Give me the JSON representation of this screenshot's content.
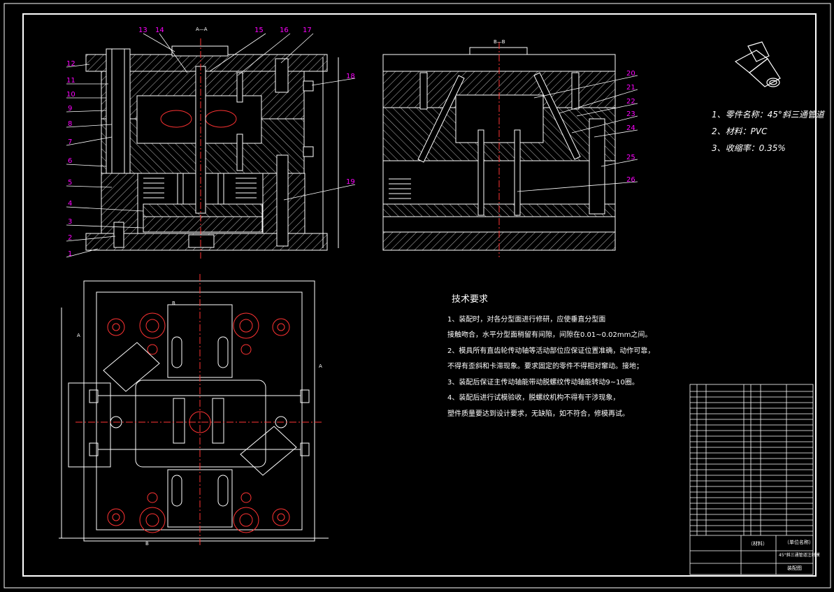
{
  "section_labels": {
    "aa": "A—A",
    "bb": "B—B",
    "a": "A",
    "b": "B"
  },
  "part_numbers": [
    "1",
    "2",
    "3",
    "4",
    "5",
    "6",
    "7",
    "8",
    "9",
    "10",
    "11",
    "12",
    "13",
    "14",
    "15",
    "16",
    "17",
    "18",
    "19",
    "20",
    "21",
    "22",
    "23",
    "24",
    "25",
    "26"
  ],
  "notes": [
    "1、零件名称：45°斜三通管道",
    "2、材料：PVC",
    "3、收缩率：0.35%"
  ],
  "tech_req": {
    "title": "技术要求",
    "lines": [
      "1、装配时，对各分型面进行修研，应使垂直分型面",
      "接触吻合，水平分型面稍留有间隙，间隙在0.01~0.02mm之间。",
      "2、模具所有直齿轮传动轴等活动部位应保证位置准确，动作可靠，",
      "不得有歪斜和卡滞现象。要求固定的零件不得相对窜动。接地；",
      "3、装配后保证主传动轴能带动脱螺纹传动轴能转动9~10圈。",
      "4、装配后进行试模验收，脱螺纹机构不得有干涉现象，",
      "塑件质量要达到设计要求，无缺陷，如不符合，修模再试。"
    ]
  },
  "title_block": {
    "material": "（材料）",
    "company": "（单位名称）",
    "drawing_name": "45°斜三通管道注射模",
    "sheet": "装配图"
  },
  "colors": {
    "background": "#000000",
    "line": "#ffffff",
    "label": "#ff00ff",
    "center": "#ff3333",
    "hatch": "#c8c8c8"
  }
}
